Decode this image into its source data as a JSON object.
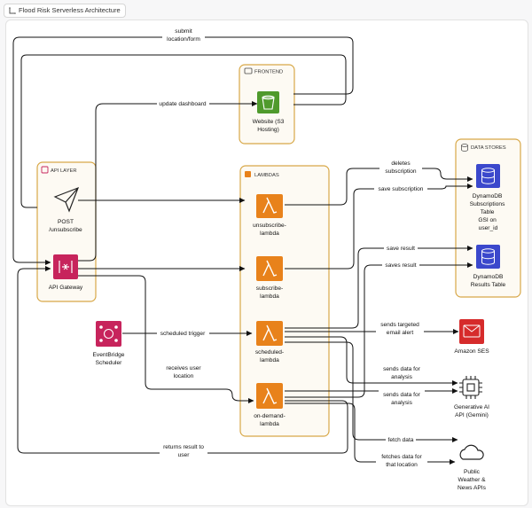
{
  "tab": {
    "title": "Flood Risk Serverless Architecture",
    "icon": "diagram-icon"
  },
  "groups": {
    "frontend": "FRONTEND",
    "api_layer": "API LAYER",
    "lambdas": "LAMBDAS",
    "data_stores": "DATA STORES"
  },
  "nodes": {
    "website": [
      "Website (S3",
      "Hosting)"
    ],
    "post_unsubscribe": [
      "POST",
      "/unsubscribe"
    ],
    "api_gateway": [
      "API Gateway"
    ],
    "eventbridge": [
      "EventBridge",
      "Scheduler"
    ],
    "unsubscribe_lambda": [
      "unsubscribe-",
      "lambda"
    ],
    "subscribe_lambda": [
      "subscribe-",
      "lambda"
    ],
    "scheduled_lambda": [
      "scheduled-",
      "lambda"
    ],
    "ondemand_lambda": [
      "on-demand-",
      "lambda"
    ],
    "subs_table": [
      "DynamoDB",
      "Subscriptions",
      "Table",
      "GSI on",
      "user_id"
    ],
    "results_table": [
      "DynamoDB",
      "Results Table"
    ],
    "ses": [
      "Amazon SES"
    ],
    "genai": [
      "Generative AI",
      "API (Gemini)"
    ],
    "weather": [
      "Public",
      "Weather &",
      "News APIs"
    ]
  },
  "edges": {
    "submit": [
      "submit",
      "location/form"
    ],
    "update_dashboard": [
      "update dashboard"
    ],
    "deletes_subscription": [
      "deletes",
      "subscription"
    ],
    "save_subscription": [
      "save subscription"
    ],
    "save_result": [
      "save result"
    ],
    "saves_result": [
      "saves result"
    ],
    "scheduled_trigger": [
      "scheduled trigger"
    ],
    "sends_email": [
      "sends targeted",
      "email alert"
    ],
    "receives_location": [
      "receives user",
      "location"
    ],
    "sends_data_1": [
      "sends data for",
      "analysis"
    ],
    "sends_data_2": [
      "sends data for",
      "analysis"
    ],
    "fetch_data": [
      "fetch data"
    ],
    "fetches_data": [
      "fetches data for",
      "that location"
    ],
    "returns_result": [
      "returns result to",
      "user"
    ]
  },
  "colors": {
    "group_border": "#d8a848",
    "group_fill": "#fdfaf3",
    "s3": "#4f9a2c",
    "lambda": "#e8821b",
    "api_gateway": "#c7245c",
    "eventbridge": "#c7245c",
    "dynamodb": "#3b48cc",
    "ses": "#d62b2b"
  }
}
